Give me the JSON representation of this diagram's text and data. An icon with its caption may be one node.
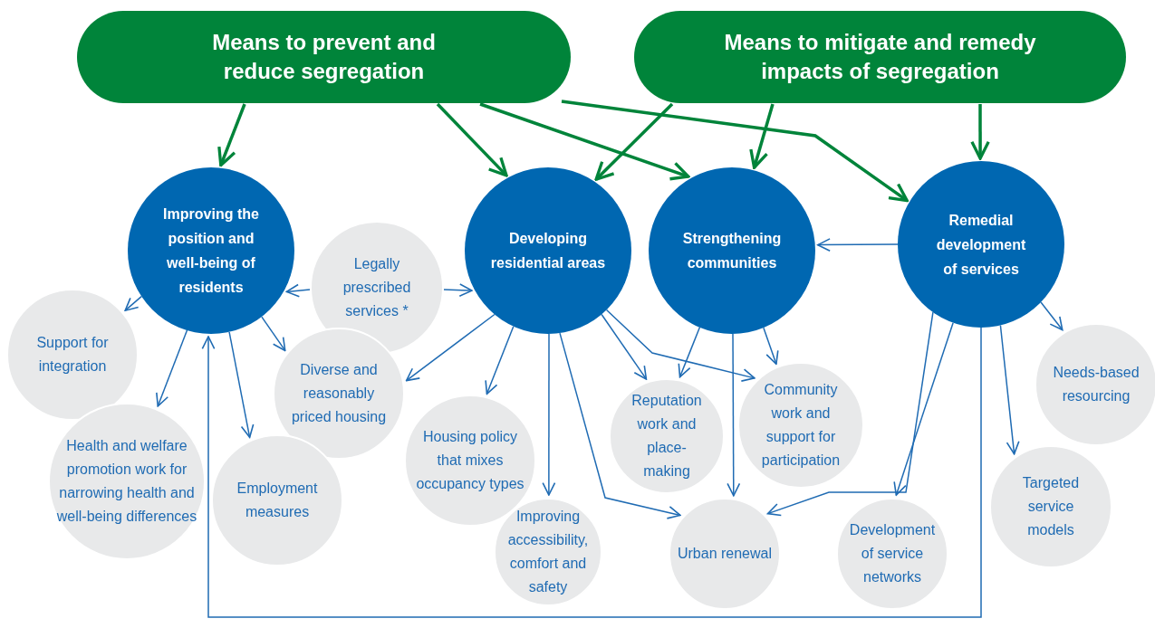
{
  "diagram": {
    "nodes": [
      {
        "text": [
          "Means to prevent and reduce segregation"
        ]
      },
      {
        "text": [
          "Means to mitigate and remedy impacts of segregation"
        ]
      },
      {
        "text": [
          "Improving the position and well-being of residents"
        ]
      },
      {
        "text": [
          "Developing residential areas"
        ]
      },
      {
        "text": [
          "Strengthening communities"
        ]
      },
      {
        "text": [
          "Remedial development of services"
        ]
      },
      {
        "text": [
          "Legally prescribed services *"
        ]
      },
      {
        "text": [
          "Support for integration"
        ]
      },
      {
        "text": [
          "Health and welfare promotion work for narrowing health and well-being differences"
        ]
      },
      {
        "text": [
          "Diverse and reasonably priced housing"
        ]
      },
      {
        "text": [
          "Employment measures"
        ]
      },
      {
        "text": [
          "Housing policy that mixes occupancy types"
        ]
      },
      {
        "text": [
          "Improving accessibility, comfort and safety"
        ]
      },
      {
        "text": [
          "Reputation work and place-making"
        ]
      },
      {
        "text": [
          "Community work and support for participation"
        ]
      },
      {
        "text": [
          "Urban renewal"
        ]
      },
      {
        "text": [
          "Development of service networks"
        ]
      },
      {
        "text": [
          "Targeted service models"
        ]
      },
      {
        "text": [
          "Needs-based resourcing"
        ]
      }
    ],
    "edges": [
      {
        "from": 0,
        "to": 2,
        "arrow": "to",
        "style": "thick",
        "color": "#00843a"
      },
      {
        "from": 0,
        "to": 3,
        "arrow": "to",
        "style": "thick",
        "color": "#00843a"
      },
      {
        "from": 0,
        "to": 4,
        "arrow": "to",
        "style": "thick",
        "color": "#00843a"
      },
      {
        "from": 0,
        "to": 5,
        "arrow": "to",
        "style": "thick",
        "color": "#00843a"
      },
      {
        "from": 1,
        "to": 3,
        "arrow": "to",
        "style": "thick",
        "color": "#00843a"
      },
      {
        "from": 1,
        "to": 4,
        "arrow": "to",
        "style": "thick",
        "color": "#00843a"
      },
      {
        "from": 1,
        "to": 5,
        "arrow": "to",
        "style": "thick",
        "color": "#00843a"
      },
      {
        "from": 2,
        "to": 7,
        "arrow": "to"
      },
      {
        "from": 2,
        "to": 8,
        "arrow": "to"
      },
      {
        "from": 2,
        "to": 9,
        "arrow": "to"
      },
      {
        "from": 2,
        "to": 10,
        "arrow": "to"
      },
      {
        "from": 6,
        "to": 2,
        "arrow": "to"
      },
      {
        "from": 6,
        "to": 3,
        "arrow": "to"
      },
      {
        "from": 3,
        "to": 9,
        "arrow": "to"
      },
      {
        "from": 3,
        "to": 11,
        "arrow": "to"
      },
      {
        "from": 3,
        "to": 12,
        "arrow": "to"
      },
      {
        "from": 3,
        "to": 15,
        "arrow": "to"
      },
      {
        "from": 3,
        "to": 13,
        "arrow": "to"
      },
      {
        "from": 3,
        "to": 14,
        "arrow": "to"
      },
      {
        "from": 4,
        "to": 13,
        "arrow": "to"
      },
      {
        "from": 4,
        "to": 15,
        "arrow": "to"
      },
      {
        "from": 4,
        "to": 14,
        "arrow": "to"
      },
      {
        "from": 5,
        "to": 4,
        "arrow": "to"
      },
      {
        "from": 5,
        "to": 15,
        "arrow": "to"
      },
      {
        "from": 5,
        "to": 16,
        "arrow": "to"
      },
      {
        "from": 5,
        "to": 17,
        "arrow": "to"
      },
      {
        "from": 5,
        "to": 18,
        "arrow": "to"
      },
      {
        "from": 5,
        "to": 2,
        "arrow": "to"
      }
    ]
  }
}
